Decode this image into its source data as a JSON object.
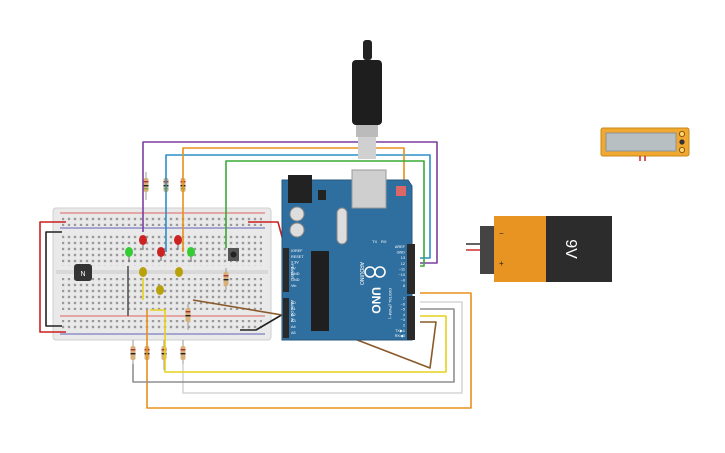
{
  "arduino": {
    "brand_uno": "UNO",
    "brand_name": "ARDUINO",
    "digital_label": "DIGITAL (PWM~)",
    "power_label": "POWER",
    "analog_label": "ANALOG IN",
    "tx_label": "TX",
    "rx_label": "RX",
    "top_pins": [
      "AREF",
      "GND",
      "13",
      "12",
      "~11",
      "~10",
      "~9",
      "8"
    ],
    "mid_pins": [
      "7",
      "~6",
      "~5",
      "4",
      "~3",
      "2",
      "TX▶1",
      "RX◀0"
    ],
    "power_pins": [
      "IOREF",
      "RESET",
      "3.3V",
      "5V",
      "GND",
      "GND",
      "Vin"
    ],
    "analog_pins": [
      "A0",
      "A1",
      "A2",
      "A3",
      "A4",
      "A5"
    ]
  },
  "battery": {
    "label": "9V",
    "minus": "−",
    "plus": "+"
  },
  "transistor": {
    "label": "N"
  },
  "colors": {
    "board": "#2f6f9f",
    "breadboard": "#e9e9e9",
    "wire_purple": "#7b3fa0",
    "wire_blue": "#2b8fc9",
    "wire_orange": "#e8901c",
    "wire_green": "#3aaa35",
    "wire_yellow": "#e5d21d",
    "wire_gray": "#8f8f8f",
    "wire_brown": "#8a5a2b",
    "wire_red": "#cc1f1f",
    "wire_black": "#222222",
    "wire_white": "#d5d5d5",
    "battery_orange": "#e89422",
    "battery_black": "#2c2c2c",
    "lcd_frame": "#f0a830"
  }
}
